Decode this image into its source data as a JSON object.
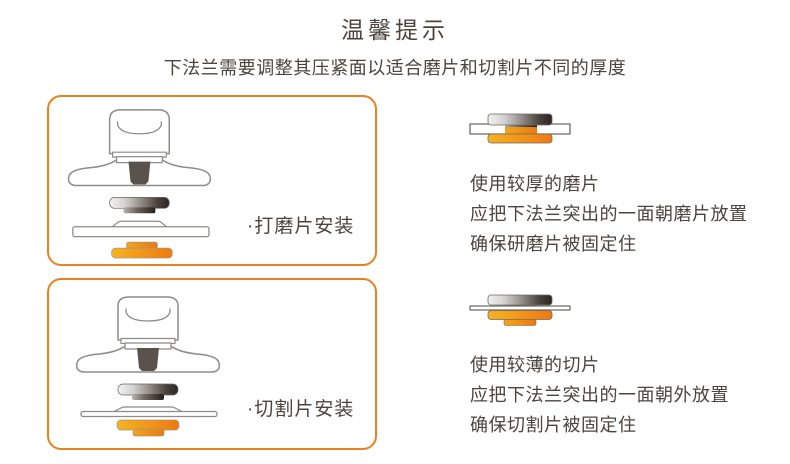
{
  "header": {
    "title": "温馨提示",
    "subtitle": "下法兰需要调整其压紧面以适合磨片和切割片不同的厚度"
  },
  "colors": {
    "accent_orange_border": "#E9821E",
    "text": "#4B443F",
    "illustration_outline": "#8E8B88",
    "nut_orange_light": "#F6B31F",
    "nut_orange_dark": "#EE7910",
    "flange_metal_light": "#F2F2F2",
    "flange_metal_dark": "#2B2521",
    "spindle_gray": "#5A534D"
  },
  "sections": [
    {
      "label": "·打磨片安装",
      "illustration": "angle-grinder-grinding-disc-exploded-view",
      "assembly_icon": "thick-grinding-disc-assembly-icon",
      "lines": [
        "使用较厚的磨片",
        "应把下法兰突出的一面朝磨片放置",
        "确保研磨片被固定住"
      ]
    },
    {
      "label": "·切割片安装",
      "illustration": "angle-grinder-cutting-disc-exploded-view",
      "assembly_icon": "thin-cutting-disc-assembly-icon",
      "lines": [
        "使用较薄的切片",
        "应把下法兰突出的一面朝外放置",
        "确保切割片被固定住"
      ]
    }
  ]
}
